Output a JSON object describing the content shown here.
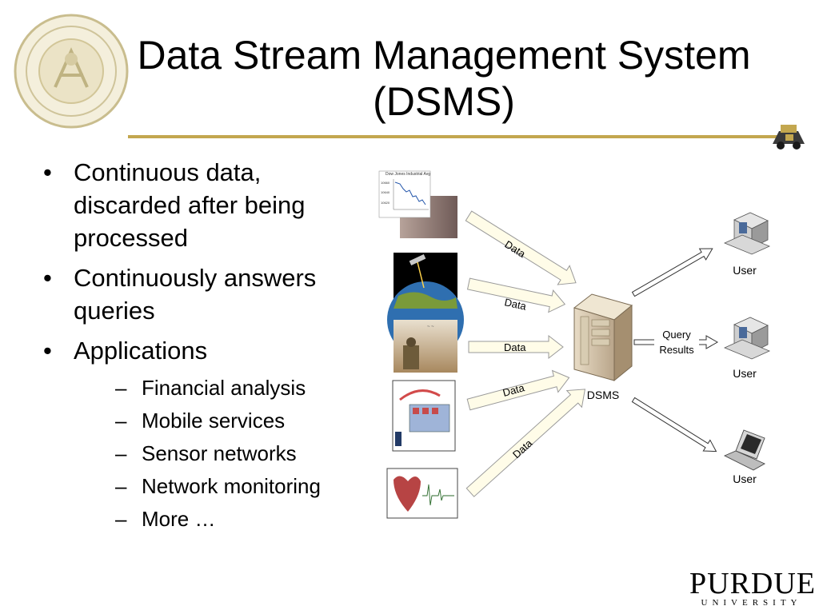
{
  "slide": {
    "title_line1": "Data Stream Management System",
    "title_line2": "(DSMS)"
  },
  "bullets": [
    {
      "text": "Continuous data, discarded after being processed"
    },
    {
      "text": "Continuously answers queries"
    },
    {
      "text": "Applications"
    }
  ],
  "sub_bullets": [
    "Financial analysis",
    "Mobile services",
    "Sensor networks",
    "Network monitoring",
    "More …"
  ],
  "diagram": {
    "data_label": "Data",
    "server_label": "DSMS",
    "query_label": "Query",
    "results_label": "Results",
    "user_label": "User",
    "stock_chart_title": "Dow Jones Industrial Avg",
    "stock_y_ticks": [
      "10660",
      "10640",
      "10620"
    ]
  },
  "logo": {
    "wordmark": "PURDUE",
    "subtitle": "UNIVERSITY"
  },
  "colors": {
    "accent_gold": "#c3a74f",
    "arrow_fill": "#fffce8"
  }
}
